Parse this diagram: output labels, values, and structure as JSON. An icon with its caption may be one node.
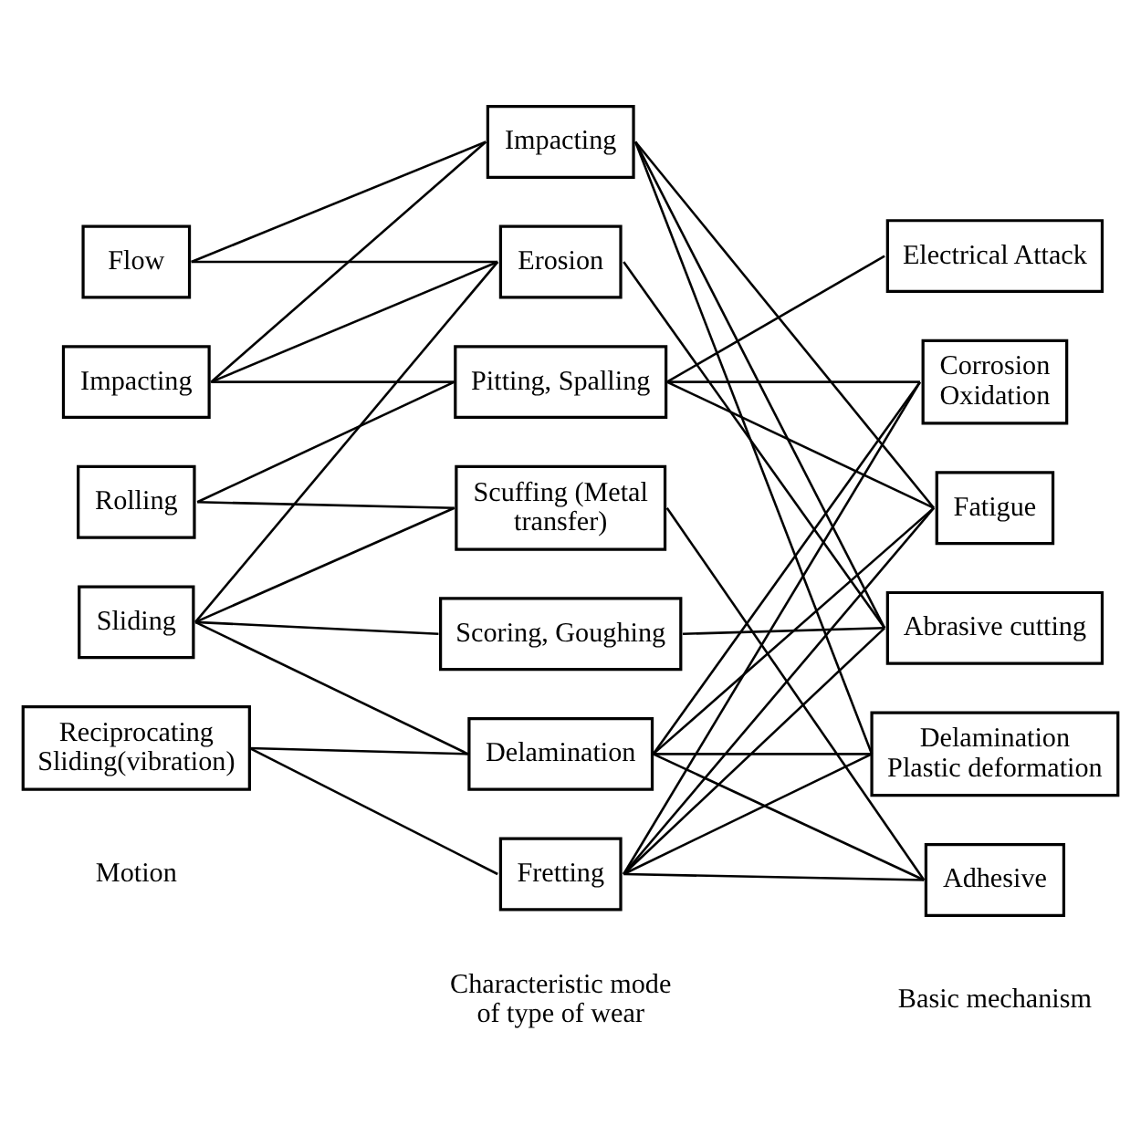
{
  "diagram": {
    "nodes": [
      {
        "text": [
          "Flow"
        ]
      },
      {
        "text": [
          "Impacting"
        ]
      },
      {
        "text": [
          "Rolling"
        ]
      },
      {
        "text": [
          "Sliding"
        ]
      },
      {
        "text": [
          "Reciprocating Sliding(vibration)"
        ]
      },
      {
        "text": [
          "Impacting"
        ]
      },
      {
        "text": [
          "Erosion"
        ]
      },
      {
        "text": [
          "Pitting, Spalling"
        ]
      },
      {
        "text": [
          "Scuffing (Metal transfer)"
        ]
      },
      {
        "text": [
          "Scoring, Goughing"
        ]
      },
      {
        "text": [
          "Delamination"
        ]
      },
      {
        "text": [
          "Fretting"
        ]
      },
      {
        "text": [
          "Electrical Attack"
        ]
      },
      {
        "text": [
          "Corrosion Oxidation"
        ]
      },
      {
        "text": [
          "Fatigue"
        ]
      },
      {
        "text": [
          "Abrasive cutting"
        ]
      },
      {
        "text": [
          "Delamination Plastic deformation"
        ]
      },
      {
        "text": [
          "Adhesive"
        ]
      }
    ],
    "edges": [
      {
        "from": 0,
        "to": 5,
        "arrow": "none"
      },
      {
        "from": 0,
        "to": 6,
        "arrow": "none"
      },
      {
        "from": 1,
        "to": 5,
        "arrow": "none"
      },
      {
        "from": 1,
        "to": 6,
        "arrow": "none"
      },
      {
        "from": 1,
        "to": 7,
        "arrow": "none"
      },
      {
        "from": 2,
        "to": 7,
        "arrow": "none"
      },
      {
        "from": 2,
        "to": 8,
        "arrow": "none"
      },
      {
        "from": 3,
        "to": 6,
        "arrow": "none"
      },
      {
        "from": 3,
        "to": 8,
        "arrow": "none"
      },
      {
        "from": 3,
        "to": 9,
        "arrow": "none"
      },
      {
        "from": 3,
        "to": 10,
        "arrow": "none"
      },
      {
        "from": 4,
        "to": 10,
        "arrow": "none"
      },
      {
        "from": 4,
        "to": 11,
        "arrow": "none"
      },
      {
        "from": 5,
        "to": 14,
        "arrow": "none"
      },
      {
        "from": 5,
        "to": 15,
        "arrow": "none"
      },
      {
        "from": 5,
        "to": 16,
        "arrow": "none"
      },
      {
        "from": 6,
        "to": 15,
        "arrow": "none"
      },
      {
        "from": 7,
        "to": 12,
        "arrow": "none"
      },
      {
        "from": 7,
        "to": 13,
        "arrow": "none"
      },
      {
        "from": 7,
        "to": 14,
        "arrow": "none"
      },
      {
        "from": 8,
        "to": 17,
        "arrow": "none"
      },
      {
        "from": 9,
        "to": 15,
        "arrow": "none"
      },
      {
        "from": 10,
        "to": 13,
        "arrow": "none"
      },
      {
        "from": 10,
        "to": 14,
        "arrow": "none"
      },
      {
        "from": 10,
        "to": 16,
        "arrow": "none"
      },
      {
        "from": 10,
        "to": 17,
        "arrow": "none"
      },
      {
        "from": 11,
        "to": 13,
        "arrow": "none"
      },
      {
        "from": 11,
        "to": 14,
        "arrow": "none"
      },
      {
        "from": 11,
        "to": 15,
        "arrow": "none"
      },
      {
        "from": 11,
        "to": 16,
        "arrow": "none"
      },
      {
        "from": 11,
        "to": 17,
        "arrow": "none"
      }
    ],
    "labels": [
      "Motion",
      "Characteristic mode of type of wear",
      "Basic mechanism"
    ]
  }
}
